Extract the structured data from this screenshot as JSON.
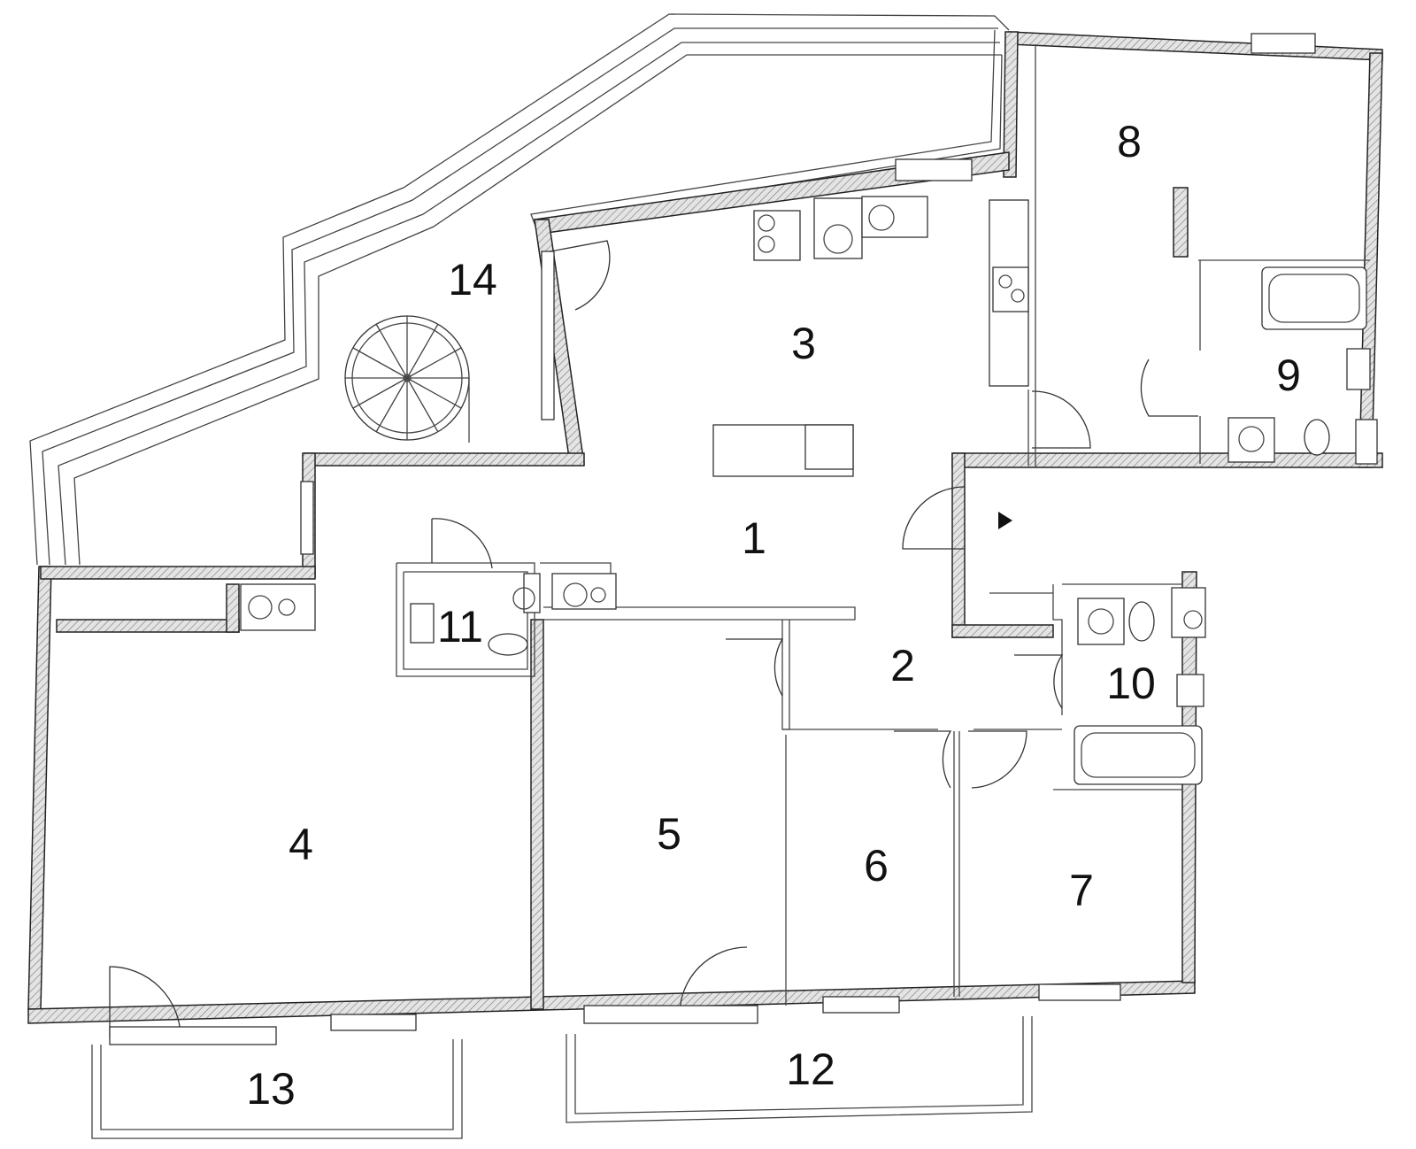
{
  "plan": {
    "rooms": [
      {
        "number": "1"
      },
      {
        "number": "2"
      },
      {
        "number": "3"
      },
      {
        "number": "4"
      },
      {
        "number": "5"
      },
      {
        "number": "6"
      },
      {
        "number": "7"
      },
      {
        "number": "8"
      },
      {
        "number": "9"
      },
      {
        "number": "10"
      },
      {
        "number": "11"
      },
      {
        "number": "12"
      },
      {
        "number": "13"
      },
      {
        "number": "14"
      }
    ],
    "colors": {
      "wall_fill": "#d6d6d6",
      "line": "#222222",
      "background": "#ffffff"
    }
  }
}
